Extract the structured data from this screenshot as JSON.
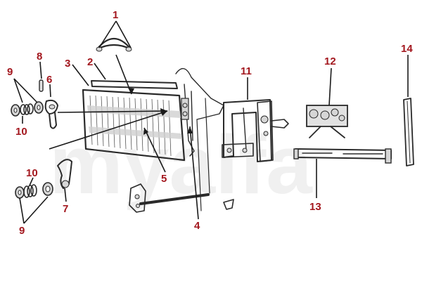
{
  "watermark": "myalfa",
  "colors": {
    "callout": "#a3171e",
    "ink": "#2a2a2a",
    "watermark": "#efefef"
  },
  "callouts": {
    "c1": "1",
    "c2": "2",
    "c3": "3",
    "c4": "4",
    "c5": "5",
    "c6": "6",
    "c7": "7",
    "c8": "8",
    "c9a": "9",
    "c9b": "9",
    "c10a": "10",
    "c10b": "10",
    "c11": "11",
    "c12": "12",
    "c13": "13",
    "c14": "14"
  }
}
